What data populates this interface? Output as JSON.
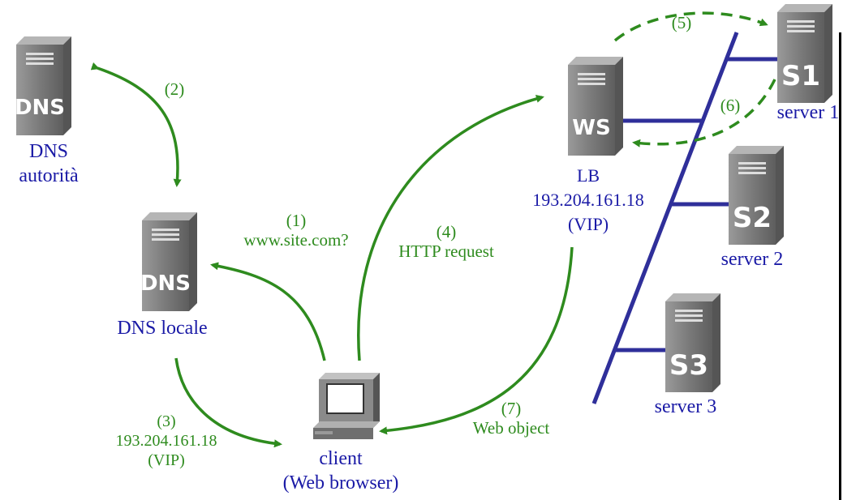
{
  "nodes": {
    "dns_auth": {
      "tag": "DNS",
      "label_line1": "DNS",
      "label_line2": "autorità"
    },
    "dns_local": {
      "tag": "DNS",
      "label": "DNS locale"
    },
    "ws": {
      "tag": "WS",
      "label_line1": "LB",
      "label_line2": "193.204.161.18",
      "label_line3": "(VIP)"
    },
    "s1": {
      "tag": "S1",
      "label": "server 1"
    },
    "s2": {
      "tag": "S2",
      "label": "server 2"
    },
    "s3": {
      "tag": "S3",
      "label": "server 3"
    },
    "client": {
      "label_line1": "client",
      "label_line2": "(Web browser)"
    }
  },
  "steps": {
    "s1": {
      "num": "(1)",
      "text": "www.site.com?"
    },
    "s2": {
      "num": "(2)"
    },
    "s3": {
      "num": "(3)",
      "text1": "193.204.161.18",
      "text2": "(VIP)"
    },
    "s4": {
      "num": "(4)",
      "text": "HTTP request"
    },
    "s5": {
      "num": "(5)"
    },
    "s6": {
      "num": "(6)"
    },
    "s7": {
      "num": "(7)",
      "text": "Web object"
    }
  },
  "colors": {
    "node_label": "#1a1aa6",
    "step": "#2e8b1e",
    "bus": "#2f2f9a",
    "server": "#7d7d7d"
  }
}
